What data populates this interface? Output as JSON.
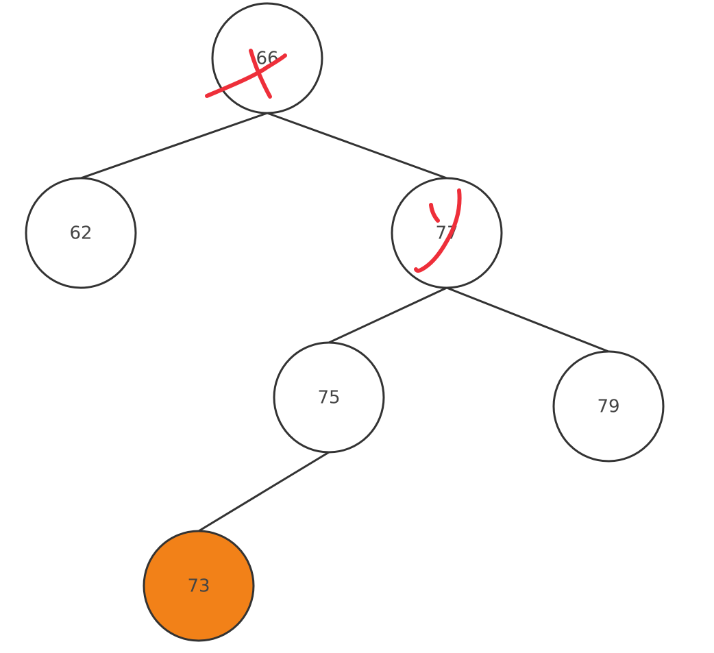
{
  "colors": {
    "node_fill": "#ffffff",
    "highlight_fill": "#f28118",
    "line": "#333333",
    "text": "#444444",
    "annotation": "#ee2f3a"
  },
  "tree": {
    "nodes": [
      {
        "id": "n66",
        "label": "66",
        "highlighted": false,
        "mark": "cross"
      },
      {
        "id": "n62",
        "label": "62",
        "highlighted": false,
        "mark": ""
      },
      {
        "id": "n77",
        "label": "77",
        "highlighted": false,
        "mark": "y"
      },
      {
        "id": "n75",
        "label": "75",
        "highlighted": false,
        "mark": ""
      },
      {
        "id": "n79",
        "label": "79",
        "highlighted": false,
        "mark": ""
      },
      {
        "id": "n73",
        "label": "73",
        "highlighted": true,
        "mark": ""
      }
    ],
    "edges": [
      {
        "from": "n66",
        "to": "n62"
      },
      {
        "from": "n66",
        "to": "n77"
      },
      {
        "from": "n77",
        "to": "n75"
      },
      {
        "from": "n77",
        "to": "n79"
      },
      {
        "from": "n75",
        "to": "n73"
      }
    ]
  }
}
